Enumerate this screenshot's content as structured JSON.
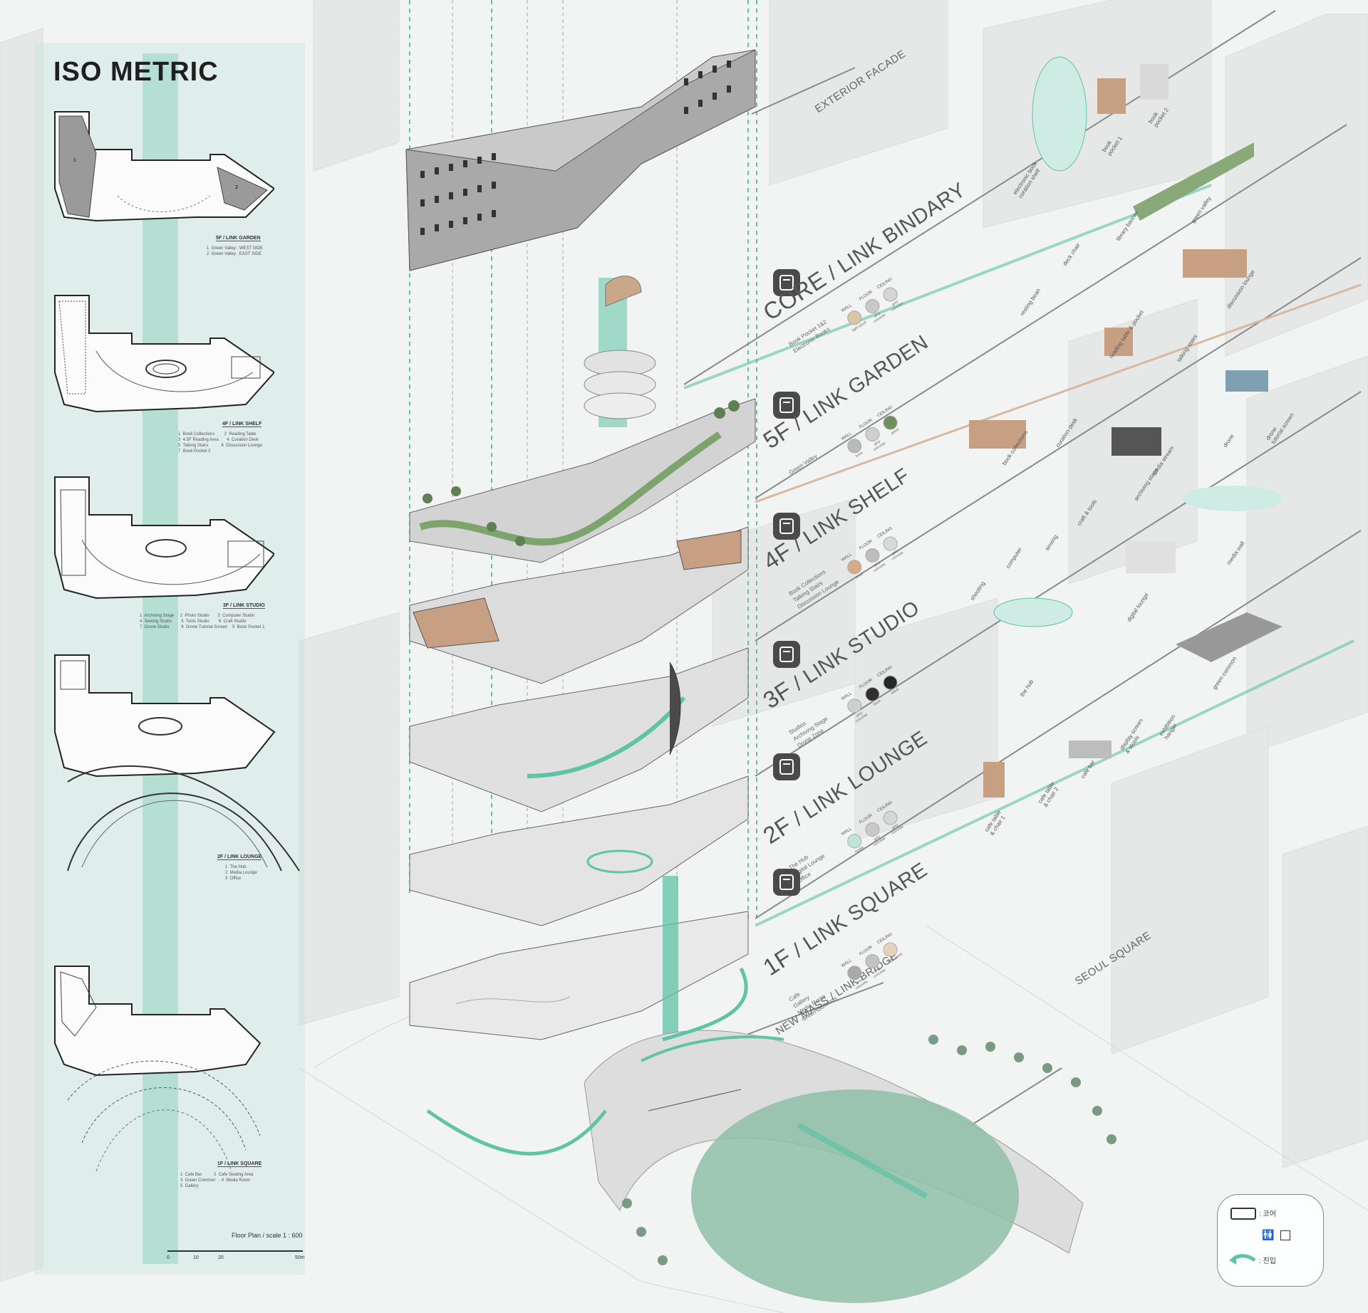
{
  "title": "ISO METRIC",
  "plans": [
    {
      "title": "5F / LINK GARDEN",
      "legend": "1  Green Valley : WEST SIDE\n2  Green Valley : EAST SIDE"
    },
    {
      "title": "4F / LINK SHELF",
      "legend": "1  Book Collections        2  Reading Table\n3  4.5F Reading Area       4  Curation Desk\n5  Talking Stairs           6  Discussion Lounge\n7  Book Pocket 2"
    },
    {
      "title": "3F / LINK STUDIO",
      "legend": "1  Archiving Stage     2  Photo Studio       3  Computer Studio\n4  Sewing Studio        5  Tools Studio        6  Craft Studio\n7  Drone Studio          8  Drone Tutorial Screen    9  Book Pocket 1"
    },
    {
      "title": "2F / LINK LOUNGE",
      "legend": "1  The Hub\n2  Media Lounge\n3  Office"
    },
    {
      "title": "1F / LINK SQUARE",
      "legend": "1  Cafe Bar          2  Cafe Seating Area\n3  Green Common     4  Media Room\n5  Gallery"
    }
  ],
  "scale": {
    "label": "Floor Plan / scale 1 : 600",
    "ticks": [
      "0",
      "10",
      "20",
      "50m"
    ]
  },
  "floors": [
    {
      "id": "core",
      "name_a": "CORE",
      "name_b": " / LINK BINDARY",
      "rooms": "Book Pocket 1&2\nElectronic Books",
      "materials": [
        {
          "head": "WALL",
          "label": "light wood",
          "color": "#d8c7a4"
        },
        {
          "head": "FLOOR",
          "label": "grey concrete",
          "color": "#c8c8c6"
        },
        {
          "head": "CEILING",
          "label": "grey concrete",
          "color": "#d4d4d2"
        }
      ]
    },
    {
      "id": "5f",
      "name_a": "5F",
      "name_b": " / LINK GARDEN",
      "rooms": "Green Valley",
      "materials": [
        {
          "head": "WALL",
          "label": "brick",
          "color": "#b9b9b9"
        },
        {
          "head": "FLOOR",
          "label": "grey concrete",
          "color": "#cfcfcf"
        },
        {
          "head": "CEILING",
          "label": "grass",
          "color": "#6f8f5c"
        }
      ]
    },
    {
      "id": "4f",
      "name_a": "4F",
      "name_b": " / LINK SHELF",
      "rooms": "Book Collections\nTalking Stairs\nDiscussion Lounge",
      "materials": [
        {
          "head": "WALL",
          "label": "wood",
          "color": "#d6ab88"
        },
        {
          "head": "FLOOR",
          "label": "grey concrete",
          "color": "#bdbdbd"
        },
        {
          "head": "CEILING",
          "label": "grey concrete",
          "color": "#d9d9d9"
        }
      ]
    },
    {
      "id": "3f",
      "name_a": "3F",
      "name_b": " / LINK STUDIO",
      "rooms": "Studios\nArchiving Stage\nDrone Zone",
      "materials": [
        {
          "head": "WALL",
          "label": "grey concrete",
          "color": "#cfcfcf"
        },
        {
          "head": "FLOOR",
          "label": "black",
          "color": "#2f2f2f"
        },
        {
          "head": "CEILING",
          "label": "black",
          "color": "#272727"
        }
      ]
    },
    {
      "id": "2f",
      "name_a": "2F",
      "name_b": " / LINK LOUNGE",
      "rooms": "The Hub\nDigital Lounge\nOffice",
      "materials": [
        {
          "head": "WALL",
          "label": "media",
          "color": "#bfe5da"
        },
        {
          "head": "FLOOR",
          "label": "grey concrete",
          "color": "#c9c9c9"
        },
        {
          "head": "CEILING",
          "label": "grey concrete",
          "color": "#d6d6d6"
        }
      ]
    },
    {
      "id": "1f",
      "name_a": "1F",
      "name_b": " / LINK SQUARE",
      "rooms": "Cafe\nGallery\nMedia Room\nGreen Common",
      "materials": [
        {
          "head": "WALL",
          "label": "grey concrete",
          "color": "#a9a9a9"
        },
        {
          "head": "FLOOR",
          "label": "grey concrete",
          "color": "#c3c3c3"
        },
        {
          "head": "CEILING",
          "label": "light wood",
          "color": "#e8d2bd"
        }
      ]
    }
  ],
  "callouts": {
    "facade": "EXTERIOR FACADE",
    "new_mass": "NEW MASS / LINK BRIDGE",
    "seoul_square": "SEOUL SQUARE"
  },
  "tags": [
    "electronic book\ncuration shelf",
    "book\npocket 1",
    "book\npocket 2",
    "green valley",
    "library banner",
    "deck chair",
    "resting bean",
    "discussion lounge",
    "talking stairs",
    "reading table & pocket",
    "curation desk",
    "book collections",
    "drone\ntutorial screen",
    "drone",
    "media stream",
    "archiving stage",
    "craft & tools",
    "sewing",
    "computer",
    "shooting",
    "media wall",
    "digital lounge",
    "the hub",
    "green common",
    "exhibition\nhanger",
    "display screen\n& stools",
    "cafe bar",
    "cafe table\n& chair 2",
    "cafe table\n& chair 1"
  ],
  "legend": {
    "core": ": 코어",
    "entry": ": 진입"
  },
  "colors": {
    "accent": "#5fc3a6",
    "accent_light": "#bfe8dc",
    "lawn": "#8fbfa8",
    "text_dark": "#1f1f1f"
  }
}
